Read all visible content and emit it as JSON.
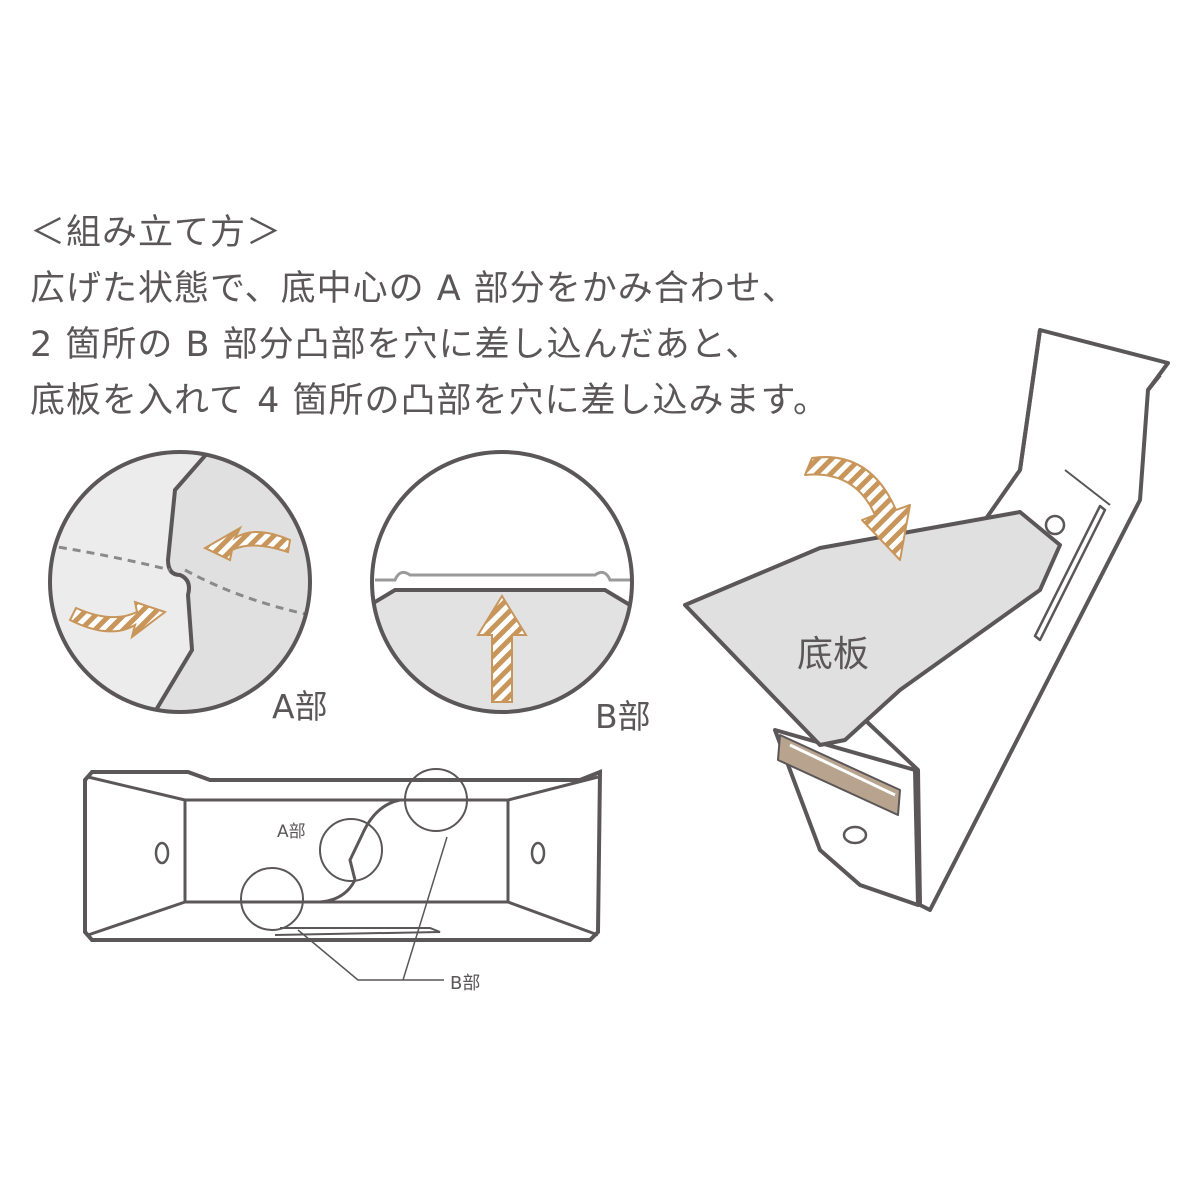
{
  "instructions": {
    "heading": "＜組み立て方＞",
    "lines": [
      "広げた状態で、底中心の A 部分をかみ合わせ、",
      "2 箇所の B 部分凸部を穴に差し込んだあと、",
      "底板を入れて 4 箇所の凸部を穴に差し込みます。"
    ]
  },
  "labels": {
    "detail_a": "A部",
    "detail_b": "B部",
    "bottom_board": "底板",
    "flat_a": "A部",
    "flat_b": "B部"
  },
  "colors": {
    "line": "#5b5758",
    "panel_fill": "#e2e2e2",
    "arrow": "#c8965a",
    "slot": "#8a6a4a"
  }
}
